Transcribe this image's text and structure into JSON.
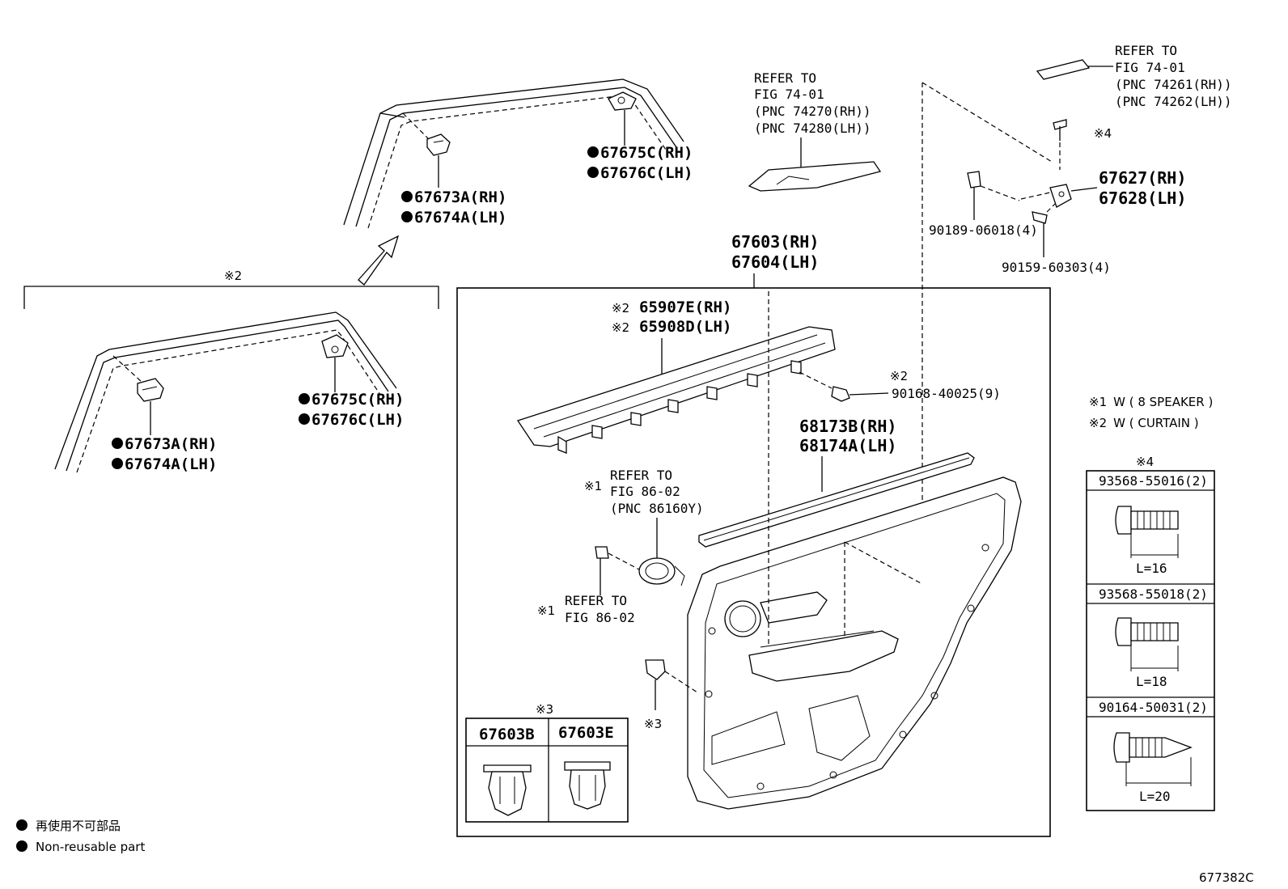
{
  "diagram_id": "677382C",
  "reference_mark": "※",
  "bullet_mark": "●",
  "legend": {
    "jp": "再使用不可部品",
    "en": "Non-reusable part",
    "note1": "W ( 8 SPEAKER )",
    "note2": "W ( CURTAIN )"
  },
  "marks": {
    "m1": "1",
    "m2": "2",
    "m3": "3",
    "m4": "4"
  },
  "refs": {
    "fig7401_a": [
      "REFER TO",
      "FIG 74-01",
      "(PNC 74270(RH))",
      "(PNC 74280(LH))"
    ],
    "fig7401_b": [
      "REFER TO",
      "FIG 74-01",
      "(PNC 74261(RH))",
      "(PNC 74262(LH))"
    ],
    "fig8602_a": [
      "REFER TO",
      "FIG 86-02",
      "(PNC 86160Y)"
    ],
    "fig8602_b": [
      "REFER TO",
      "FIG 86-02"
    ]
  },
  "parts": {
    "p67675C": "67675C(RH)",
    "p67676C": "67676C(LH)",
    "p67673A": "67673A(RH)",
    "p67674A": "67674A(LH)",
    "p67603": "67603(RH)",
    "p67604": "67604(LH)",
    "p67627": "67627(RH)",
    "p67628": "67628(LH)",
    "p90189": "90189-06018(4)",
    "p90159": "90159-60303(4)",
    "p65907E": "65907E(RH)",
    "p65908D": "65908D(LH)",
    "p90168": "90168-40025(9)",
    "p68173B": "68173B(RH)",
    "p68174A": "68174A(LH)"
  },
  "clip_table": {
    "col1": "67603B",
    "col2": "67603E"
  },
  "fastener_table": [
    {
      "part": "93568-55016(2)",
      "length": "L=16"
    },
    {
      "part": "93568-55018(2)",
      "length": "L=18"
    },
    {
      "part": "90164-50031(2)",
      "length": "L=20"
    }
  ]
}
